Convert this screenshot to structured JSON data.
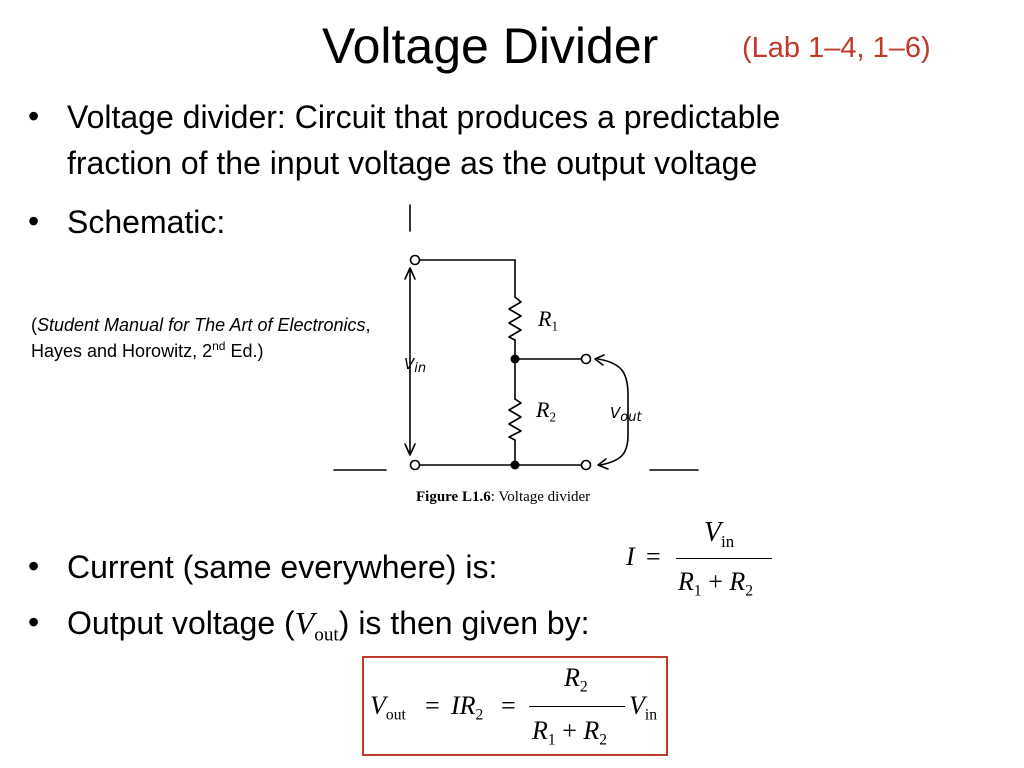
{
  "slide": {
    "title": "Voltage Divider",
    "lab_ref": "(Lab 1–4, 1–6)",
    "bullet_glyph": "•",
    "bullets": {
      "definition_line1": "Voltage divider: Circuit that produces a predictable",
      "definition_line2": "fraction of the input voltage as the output voltage",
      "schematic": "Schematic:",
      "current": "Current (same everywhere) is:",
      "output_pre": "Output voltage (",
      "output_post": ") is then given by:"
    },
    "citation": {
      "open": "(",
      "book": "Student Manual for The Art of Electronics",
      "rest": ", Hayes and Horowitz, 2",
      "sup": "nd",
      "end": " Ed.)"
    },
    "figure": {
      "caption_bold": "Figure L1.6",
      "caption_rest": ": Voltage divider",
      "labels": {
        "r1": "R",
        "r1_sub": "1",
        "r2": "R",
        "r2_sub": "2",
        "vin": "V",
        "vin_sub": "in",
        "vout": "V",
        "vout_sub": "out"
      }
    },
    "equations": {
      "current_lhs": "I",
      "equals": "=",
      "current_num": "V",
      "current_num_sub": "in",
      "denom_r1": "R",
      "denom_r1_sub": "1",
      "plus": "+",
      "denom_r2": "R",
      "denom_r2_sub": "2",
      "vout_inline": "V",
      "vout_inline_sub": "out",
      "out_lhs": "V",
      "out_lhs_sub": "out",
      "out_mid": "IR",
      "out_mid_sub": "2",
      "out_num": "R",
      "out_num_sub": "2",
      "out_tail": "V",
      "out_tail_sub": "in"
    },
    "colors": {
      "accent_red": "#c0392b",
      "text": "#000000"
    }
  }
}
